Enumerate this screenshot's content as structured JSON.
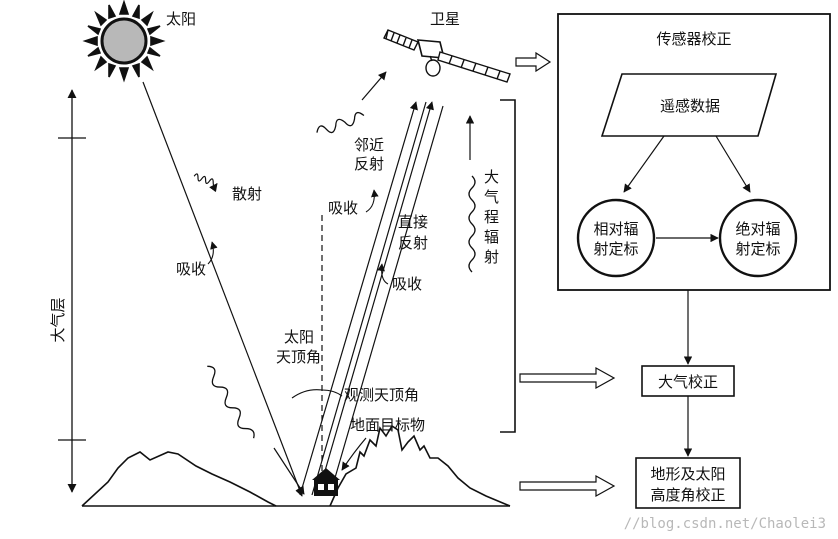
{
  "labels": {
    "sun": "太阳",
    "satellite": "卫星",
    "scatter": "散射",
    "absorb_left": "吸收",
    "adjacent_reflection_1": "邻近",
    "adjacent_reflection_2": "反射",
    "absorb_mid": "吸收",
    "direct_reflection_1": "直接",
    "direct_reflection_2": "反射",
    "absorb_right": "吸收",
    "atmosphere_layer": "大气层",
    "atm_radiation_1": "大",
    "atm_radiation_2": "气",
    "atm_radiation_3": "程",
    "atm_radiation_4": "辐",
    "atm_radiation_5": "射",
    "sun_zenith_1": "太阳",
    "sun_zenith_2": "天顶角",
    "view_zenith": "观测天顶角",
    "ground_target": "地面目标物"
  },
  "flow": {
    "sensor_calibration": "传感器校正",
    "remote_data": "遥感数据",
    "relative_1": "相对辐",
    "relative_2": "射定标",
    "absolute_1": "绝对辐",
    "absolute_2": "射定标",
    "atmospheric_correction": "大气校正",
    "terrain_1": "地形及太阳",
    "terrain_2": "高度角校正"
  },
  "watermark": "//blog.csdn.net/Chaolei3"
}
